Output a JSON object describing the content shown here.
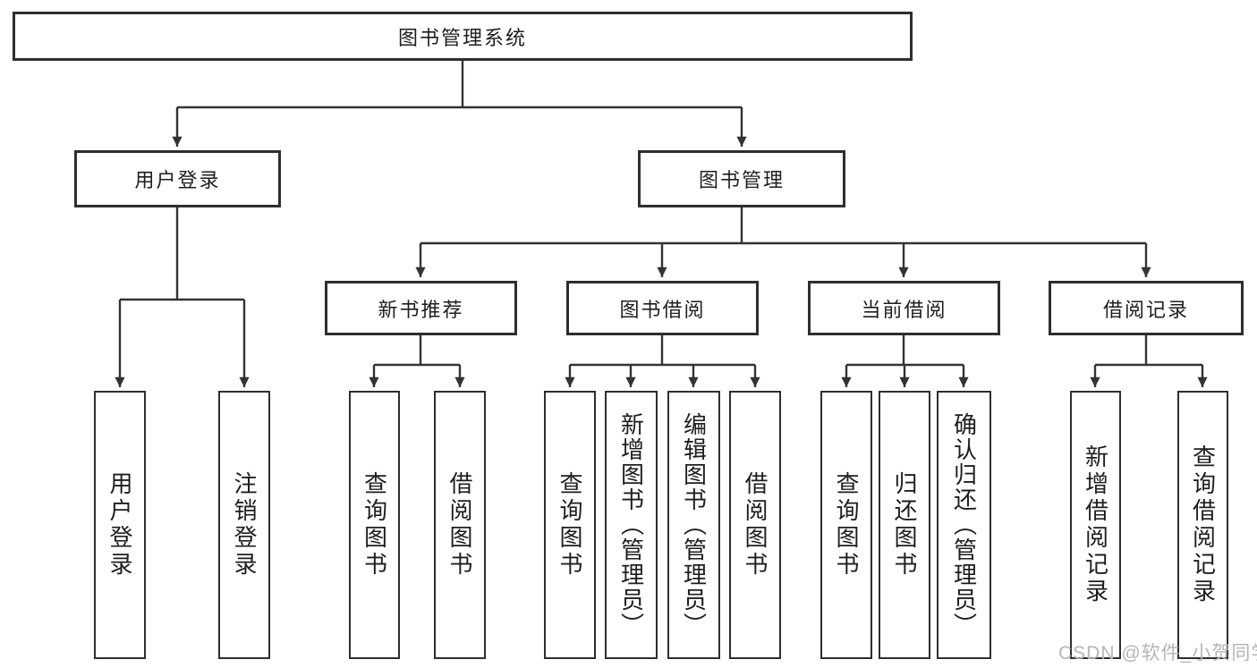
{
  "tree": {
    "root": "图书管理系统",
    "children": [
      {
        "label": "用户登录",
        "children": [
          "用户登录",
          "注销登录"
        ]
      },
      {
        "label": "图书管理",
        "children": [
          {
            "label": "新书推荐",
            "children": [
              "查询图书",
              "借阅图书"
            ]
          },
          {
            "label": "图书借阅",
            "children": [
              "查询图书",
              "新增图书（管理员）",
              "编辑图书（管理员）",
              "借阅图书"
            ]
          },
          {
            "label": "当前借阅",
            "children": [
              "查询图书",
              "归还图书",
              "确认归还（管理员）"
            ]
          },
          {
            "label": "借阅记录",
            "children": [
              "新增借阅记录",
              "查询借阅记录"
            ]
          }
        ]
      }
    ]
  },
  "colors": {
    "line": "#333333",
    "border": "#2e2e2e",
    "text": "#1e1e1e",
    "watermark": "#b6b6ba"
  },
  "watermark": "CSDN @软件_小贺同学"
}
